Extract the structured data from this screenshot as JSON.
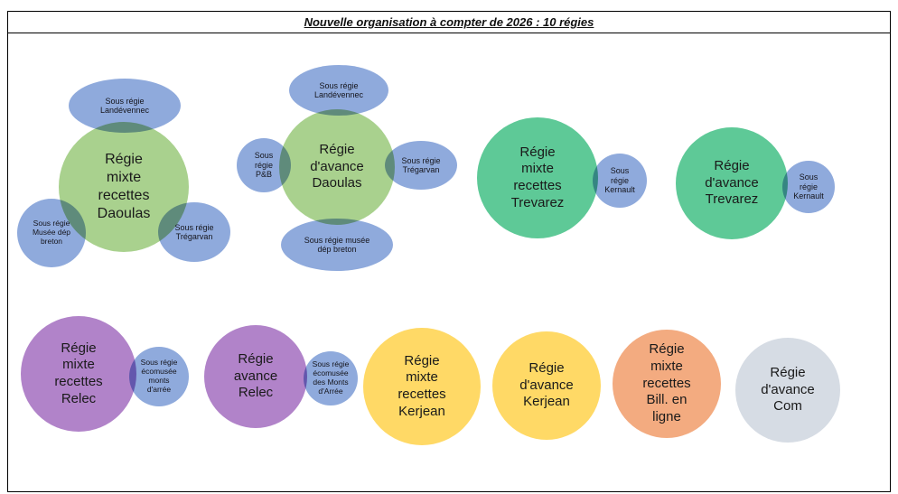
{
  "title": "Nouvelle organisation à compter de 2026 : 10 régies",
  "palette": {
    "daoulas_green": "#a9d18e",
    "satellite_blue": "#8faadc",
    "trevarez_teal": "#5ec997",
    "relec_purple": "#b183c9",
    "kerjean_yellow": "#ffd966",
    "billetterie_orange": "#f3ab80",
    "com_gray": "#d6dce4",
    "text": "#1a1a1a"
  },
  "groups": [
    {
      "id": "daoulas-mixte",
      "label": "Régie\nmixte\nrecettes\nDaoulas",
      "satellites": [
        {
          "label": "Sous régie\nLandévennec"
        },
        {
          "label": "Sous régie\nMusée dép\nbreton"
        },
        {
          "label": "Sous régie\nTrégarvan"
        }
      ]
    },
    {
      "id": "daoulas-avance",
      "label": "Régie\nd'avance\nDaoulas",
      "satellites": [
        {
          "label": "Sous régie\nLandévennec"
        },
        {
          "label": "Sous\nrégie\nP&B"
        },
        {
          "label": "Sous régie\nTrégarvan"
        },
        {
          "label": "Sous régie musée\ndép breton"
        }
      ]
    },
    {
      "id": "trevarez-mixte",
      "label": "Régie\nmixte\nrecettes\nTrevarez",
      "satellites": [
        {
          "label": "Sous\nrégie\nKernault"
        }
      ]
    },
    {
      "id": "trevarez-avance",
      "label": "Régie\nd'avance\nTrevarez",
      "satellites": [
        {
          "label": "Sous\nrégie\nKernault"
        }
      ]
    },
    {
      "id": "relec-mixte",
      "label": "Régie\nmixte\nrecettes\nRelec",
      "satellites": [
        {
          "label": "Sous régie\nécomusée\nmonts\nd'arrée"
        }
      ]
    },
    {
      "id": "relec-avance",
      "label": "Régie\navance\nRelec",
      "satellites": [
        {
          "label": "Sous régie\nécomusée\ndes Monts\nd'Arrée"
        }
      ]
    },
    {
      "id": "kerjean-mixte",
      "label": "Régie\nmixte\nrecettes\nKerjean",
      "satellites": []
    },
    {
      "id": "kerjean-avance",
      "label": "Régie\nd'avance\nKerjean",
      "satellites": []
    },
    {
      "id": "billetterie-en-ligne-mixte",
      "label": "Régie\nmixte\nrecettes\nBill. en\nligne",
      "satellites": []
    },
    {
      "id": "com-avance",
      "label": "Régie\nd'avance\nCom",
      "satellites": []
    }
  ]
}
